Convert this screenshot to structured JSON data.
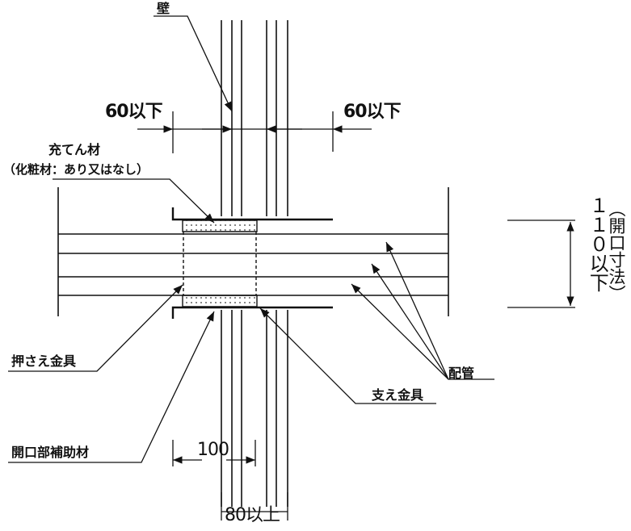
{
  "labels": {
    "wall": "壁",
    "filler": "充てん材",
    "filler_note": "（化粧材：あり又はなし）",
    "retaining_bracket": "押さえ金具",
    "support_bracket": "支え金具",
    "pipes": "配管",
    "opening_reinforcement": "開口部補助材"
  },
  "dimensions": {
    "left_clearance": "60以下",
    "right_clearance": "60以下",
    "opening_size": "１１０以下",
    "opening_size_note": "（開口寸法）",
    "span_100": "100",
    "wall_80": "80以上"
  },
  "colors": {
    "line": "#111111",
    "hatch": "#333333",
    "background": "#ffffff"
  }
}
